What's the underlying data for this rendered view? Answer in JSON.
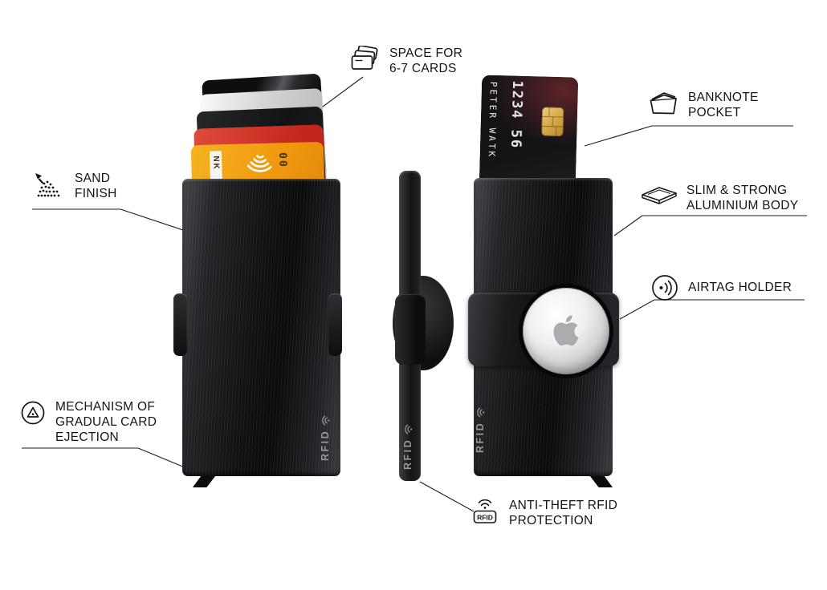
{
  "callouts": {
    "space_cards": {
      "icon": "cards-stack-icon",
      "lines": [
        "SPACE FOR",
        "6-7 CARDS"
      ]
    },
    "banknote_pocket": {
      "icon": "banknote-pocket-icon",
      "lines": [
        "BANKNOTE",
        "POCKET"
      ]
    },
    "sand_finish": {
      "icon": "sand-finish-icon",
      "lines": [
        "SAND",
        "FINISH"
      ]
    },
    "slim_body": {
      "icon": "slim-aluminium-icon",
      "lines": [
        "SLIM & STRONG",
        "ALUMINIUM BODY"
      ]
    },
    "airtag_holder": {
      "icon": "airtag-signal-icon",
      "lines": [
        "AIRTAG HOLDER"
      ]
    },
    "card_ejection": {
      "icon": "ejection-mechanism-icon",
      "lines": [
        "MECHANISM OF",
        "GRADUAL CARD",
        "EJECTION"
      ]
    },
    "rfid_protection": {
      "icon": "rfid-badge-icon",
      "lines": [
        "ANTI-THEFT RFID",
        "PROTECTION"
      ]
    }
  },
  "product": {
    "rfid_label": "RFID",
    "bank_card": {
      "holder_name": "PETER WATK",
      "number": "1234 56"
    },
    "orange_card": {
      "strip_text": "NK",
      "digits": "00"
    },
    "colors": {
      "wallet_black": "#17181a",
      "card_silver": "#d9d9d9",
      "card_red": "#d8382e",
      "card_orange": "#f3a71f",
      "airtag_white": "#f4f4f4",
      "chip_gold": "#d9ac4e",
      "line_color": "#1c1c1c"
    }
  }
}
